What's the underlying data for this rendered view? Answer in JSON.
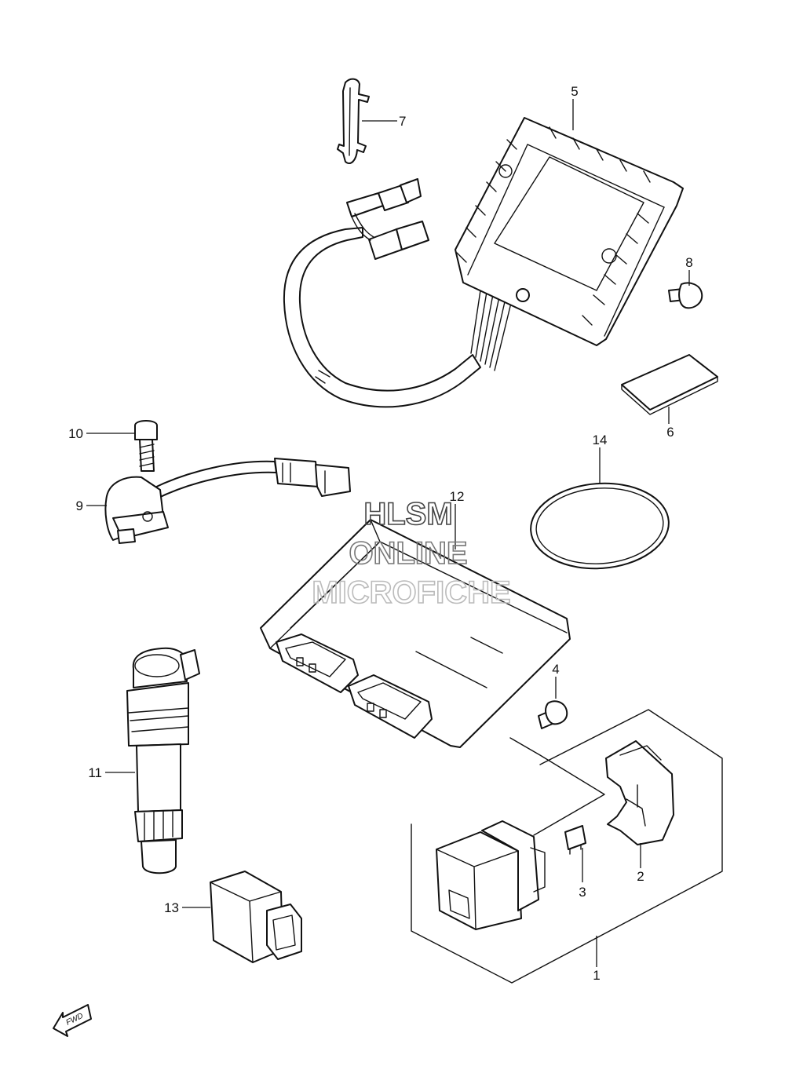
{
  "callouts": [
    "1",
    "2",
    "3",
    "4",
    "5",
    "6",
    "7",
    "8",
    "9",
    "10",
    "11",
    "12",
    "13",
    "14"
  ],
  "watermark": {
    "line1": "HLSM",
    "line2": "ONLINE",
    "line3": "MICROFICHE"
  },
  "fwd_label": "FWD",
  "colors": {
    "line": "#111111",
    "background": "#ffffff"
  }
}
